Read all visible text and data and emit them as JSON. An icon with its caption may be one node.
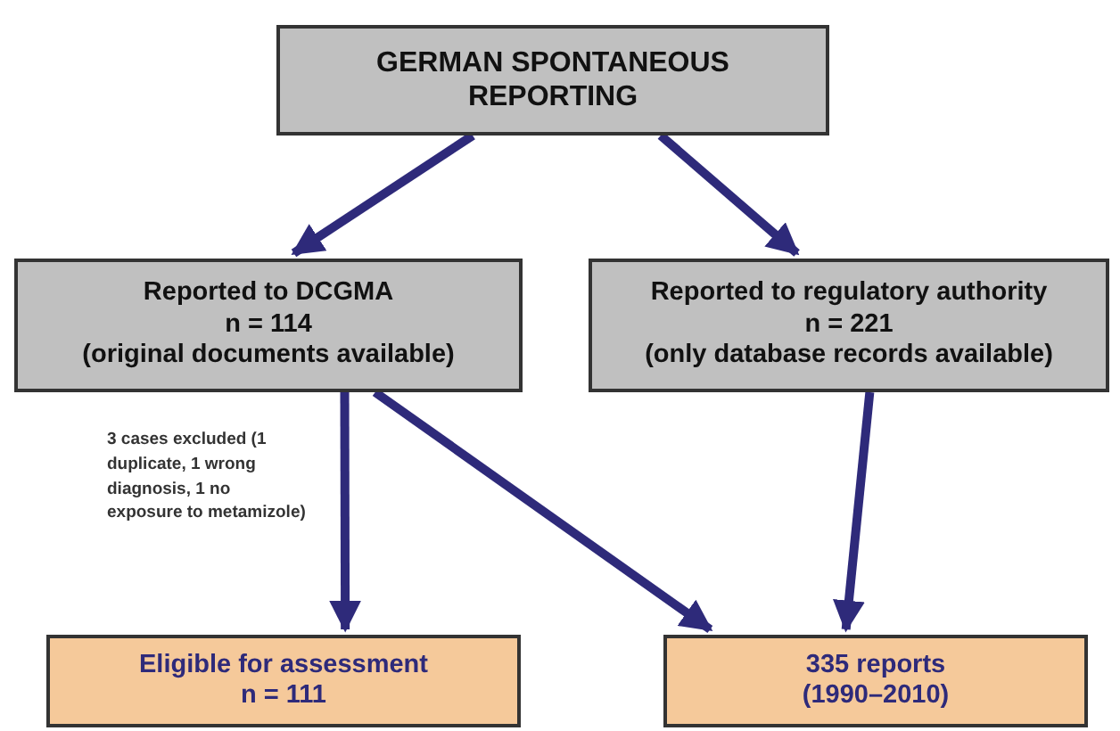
{
  "diagram": {
    "nodes": [
      {
        "text": [
          "GERMAN SPONTANEOUS REPORTING"
        ]
      },
      {
        "text": [
          "Reported to DCGMA",
          "n = 114",
          "(original documents available)"
        ]
      },
      {
        "text": [
          "Reported to regulatory authority",
          "n = 221",
          "(only database records available)"
        ]
      },
      {
        "text": [
          "Eligible for assessment",
          "n = 111"
        ]
      },
      {
        "text": [
          "335 reports",
          "(1990–2010)"
        ]
      }
    ],
    "edges": [
      {
        "from": 0,
        "to": 1,
        "arrow": "to"
      },
      {
        "from": 0,
        "to": 2,
        "arrow": "to"
      },
      {
        "from": 1,
        "to": 3,
        "arrow": "to",
        "label": "3 cases excluded (1 duplicate, 1 wrong diagnosis, 1 no exposure to metamizole)"
      },
      {
        "from": 1,
        "to": 4,
        "arrow": "to"
      },
      {
        "from": 2,
        "to": 4,
        "arrow": "to"
      }
    ]
  }
}
